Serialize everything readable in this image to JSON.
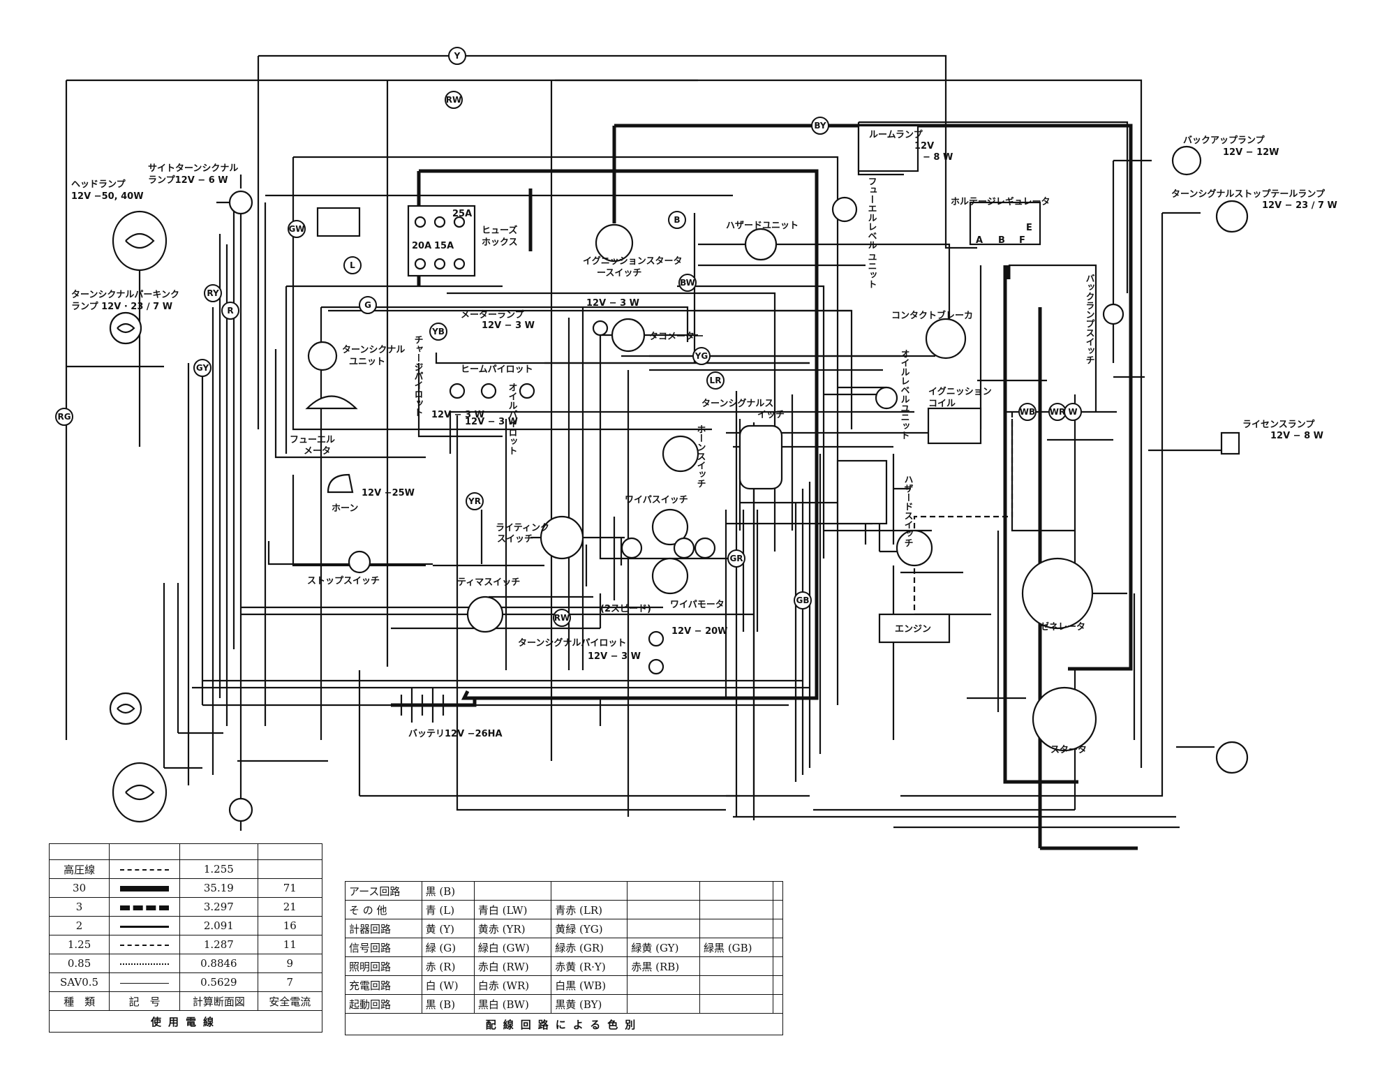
{
  "labels": {
    "headlamp": "ヘッドランプ",
    "headlamp_spec": "12V −50, 40W",
    "side_turn_lamp": "サイトターンシクナル",
    "side_turn_lamp_spec": "ランプ12V − 6 W",
    "turn_park_lamp": "ターンシクナルパーキンク",
    "turn_park_lamp_spec": "ランプ  12V · 23 ∕ 7 W",
    "fuse_box_1": "ヒューズ",
    "fuse_box_2": "ホックス",
    "fuse_20a": "20A",
    "fuse_15a": "15A",
    "fuse_25a": "25A",
    "ignition_switch_1": "イグニッションスタータ",
    "ignition_switch_2": "ースイッチ",
    "hazard_unit": "ハザードユニット",
    "room_lamp": "ルームランプ",
    "room_lamp_spec_1": "12V",
    "room_lamp_spec_2": "− 8 W",
    "fuel_unit": "フューエルレベル ユニット",
    "backup_lamp": "バックアップランプ",
    "backup_lamp_spec": "12V − 12W",
    "turn_stop_tail": "ターンシグナルストップテールランプ",
    "turn_stop_tail_spec": "12V − 23 ∕ 7 W",
    "voltage_regulator": "ホルテージレギュレータ",
    "reg_a": "A",
    "reg_b": "B",
    "reg_f": "F",
    "reg_e": "E",
    "turn_signal_unit_1": "ターンシクナル",
    "turn_signal_unit_2": "ユニット",
    "meter_lamp": "メーターランプ",
    "meter_lamp_spec": "12V − 3 W",
    "meter_lamp_spec_2": "12V − 3 W",
    "tachometer": "タコメーター",
    "contact_breaker": "コンタクトブレーカ",
    "backup_switch": "バックランプスイッチ",
    "charge_pilot": "チャージパイロット",
    "heater_pilot": "ヒームパイロット",
    "oil_pilot": "オイルパイロット",
    "pilot_spec_1": "12V − 3 W",
    "pilot_spec_2": "12V − 3 W",
    "oil_level_unit": "オイルレベルユニット",
    "ignition_coil_1": "イグニッション",
    "ignition_coil_2": "コイル",
    "turn_switch_1": "ターンシグナルス",
    "turn_switch_2": "イッチ",
    "horn_switch": "ホーンスイッチ",
    "fuel_meter_1": "フューエル",
    "fuel_meter_2": "メータ",
    "horn_spec": "12V −25W",
    "horn": "ホーン",
    "hazard_switch": "ハザードスイッチ",
    "license_lamp": "ライセンスランプ",
    "license_lamp_spec": "12V − 8 W",
    "wiper_switch": "ワイパスイッチ",
    "lighting_switch_1": "ライティンク",
    "lighting_switch_2": "スイッチ",
    "stop_switch": "ストップスイッチ",
    "timer_switch": "ティマスイッチ",
    "wiper_motor_1": "ワイパモータ",
    "wiper_motor_2": "(2スピード)",
    "turn_pilot": "ターンシグナルパイロット",
    "turn_pilot_spec_1": "12V − 20W",
    "turn_pilot_spec_2": "12V − 3 W",
    "engine": "エンジン",
    "generator": "ゼネレータ",
    "starter": "スタータ",
    "battery": "バッテリ12V −26HA"
  },
  "wire_codes": [
    "Y",
    "RW",
    "BY",
    "B",
    "L",
    "GW",
    "G",
    "BW",
    "YB",
    "RY",
    "RG",
    "GY",
    "R",
    "YG",
    "LR",
    "WB",
    "WR",
    "W",
    "YR",
    "GR",
    "GB",
    "RW"
  ],
  "wire_table": {
    "rows": [
      {
        "kind": "高圧線",
        "area": "1.255",
        "current": ""
      },
      {
        "kind": "30",
        "area": "35.19",
        "current": "71"
      },
      {
        "kind": "3",
        "area": "3.297",
        "current": "21"
      },
      {
        "kind": "2",
        "area": "2.091",
        "current": "16"
      },
      {
        "kind": "1.25",
        "area": "1.287",
        "current": "11"
      },
      {
        "kind": "0.85",
        "area": "0.8846",
        "current": "9"
      },
      {
        "kind": "SAV0.5",
        "area": "0.5629",
        "current": "7"
      }
    ],
    "header": {
      "kind": "種　類",
      "symbol": "記　号",
      "area": "計算断面図",
      "current": "安全電流"
    },
    "caption": "使用電線"
  },
  "color_table": {
    "rows": [
      {
        "circuit": "アース回路",
        "colors": [
          "黒 (B)",
          "",
          "",
          "",
          "",
          ""
        ]
      },
      {
        "circuit": "そ の 他",
        "colors": [
          "青 (L)",
          "青白 (LW)",
          "青赤 (LR)",
          "",
          "",
          ""
        ]
      },
      {
        "circuit": "計器回路",
        "colors": [
          "黄 (Y)",
          "黄赤 (YR)",
          "黄緑 (YG)",
          "",
          "",
          ""
        ]
      },
      {
        "circuit": "信号回路",
        "colors": [
          "緑 (G)",
          "緑白 (GW)",
          "緑赤 (GR)",
          "緑黄 (GY)",
          "緑黒 (GB)",
          ""
        ]
      },
      {
        "circuit": "照明回路",
        "colors": [
          "赤 (R)",
          "赤白 (RW)",
          "赤黄 (R·Y)",
          "赤黒 (RB)",
          "",
          ""
        ]
      },
      {
        "circuit": "充電回路",
        "colors": [
          "白 (W)",
          "白赤 (WR)",
          "白黒 (WB)",
          "",
          "",
          ""
        ]
      },
      {
        "circuit": "起動回路",
        "colors": [
          "黒 (B)",
          "黒白 (BW)",
          "黒黄 (BY)",
          "",
          "",
          ""
        ]
      }
    ],
    "caption": "配線回路による色別"
  }
}
